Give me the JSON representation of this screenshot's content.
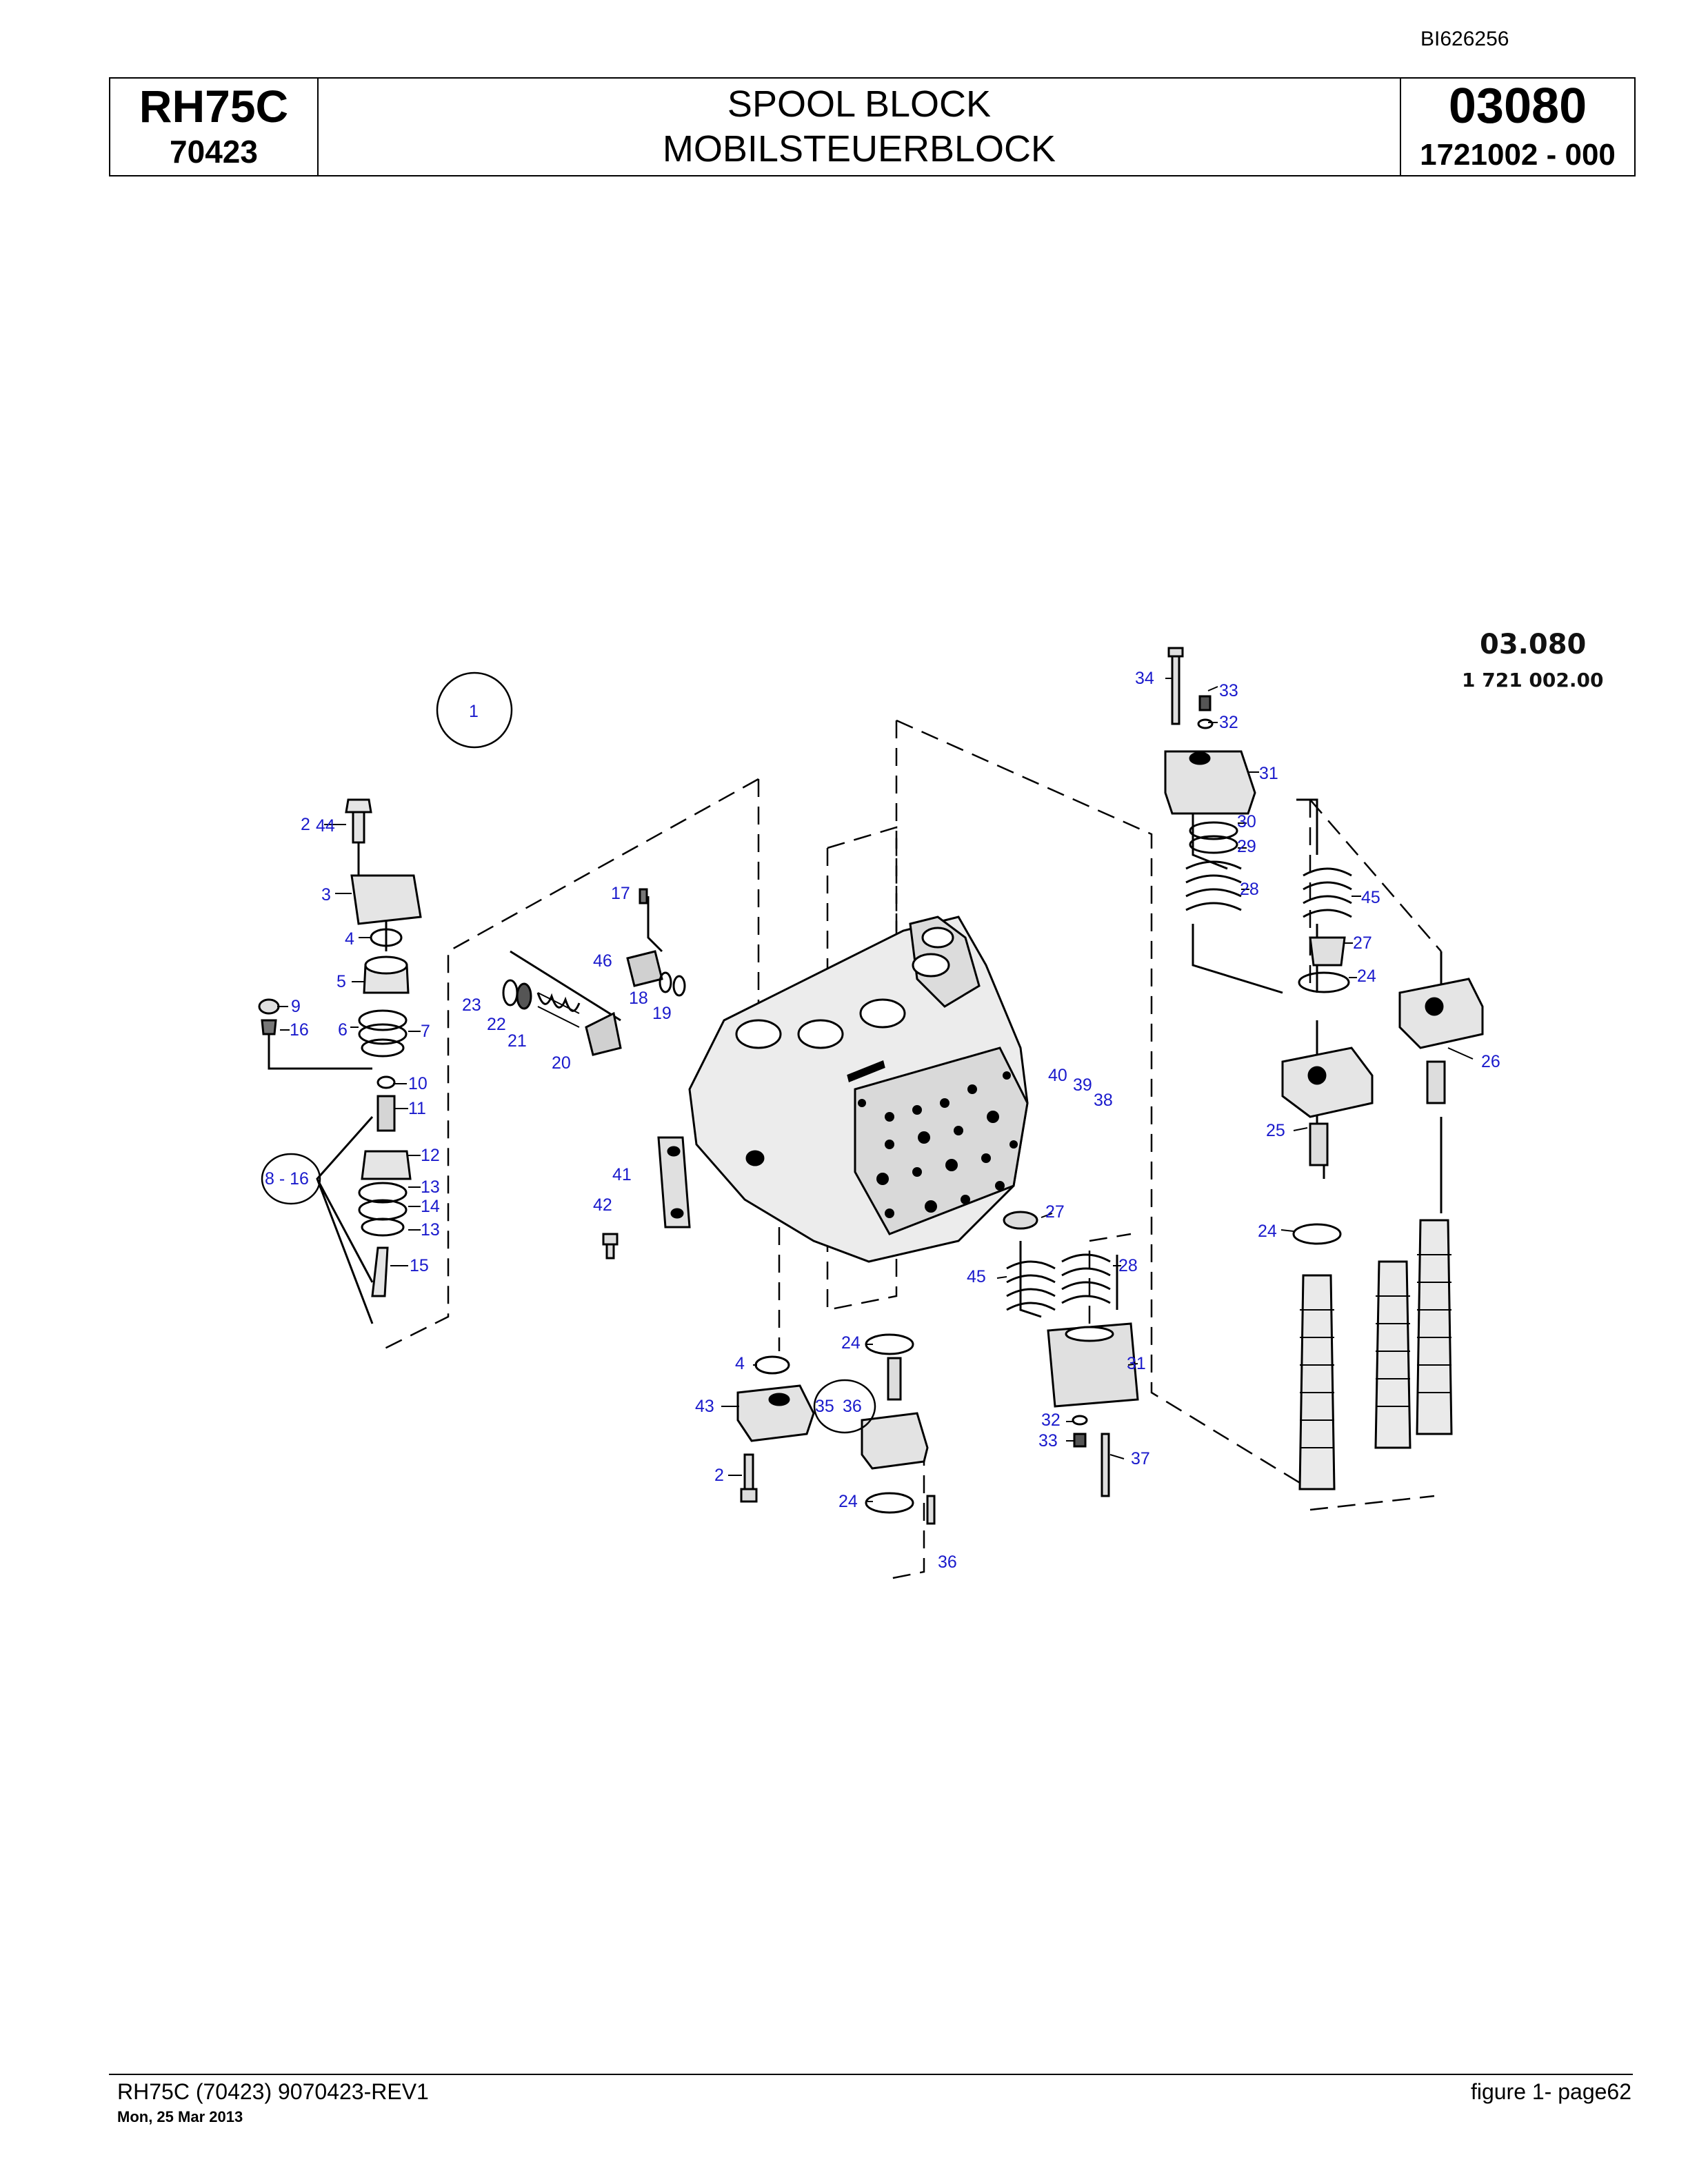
{
  "document_id": "BI626256",
  "header": {
    "model": "RH75C",
    "serial": "70423",
    "title_en": "SPOOL BLOCK",
    "title_de": "MOBILSTEUERBLOCK",
    "group_code": "03080",
    "part_number": "1721002 - 000"
  },
  "drawing": {
    "stamp_code": "03.080",
    "stamp_number": "1 721 002.00",
    "callout_circle": "1",
    "range_callout": "8 - 16",
    "pair_callout_a": "35",
    "pair_callout_b": "36",
    "labels": [
      "2",
      "44",
      "3",
      "4",
      "5",
      "9",
      "16",
      "6",
      "7",
      "10",
      "11",
      "12",
      "13",
      "14",
      "13",
      "15",
      "17",
      "46",
      "18",
      "19",
      "23",
      "22",
      "21",
      "20",
      "41",
      "42",
      "34",
      "33",
      "32",
      "31",
      "30",
      "29",
      "28",
      "45",
      "27",
      "24",
      "26",
      "25",
      "24",
      "40",
      "39",
      "38",
      "27",
      "45",
      "28",
      "24",
      "4",
      "43",
      "2",
      "24",
      "36",
      "31",
      "32",
      "33",
      "37",
      "36"
    ]
  },
  "footer": {
    "left": "RH75C (70423) 9070423-REV1",
    "date": "Mon, 25 Mar 2013",
    "right": "figure  1- page62"
  }
}
